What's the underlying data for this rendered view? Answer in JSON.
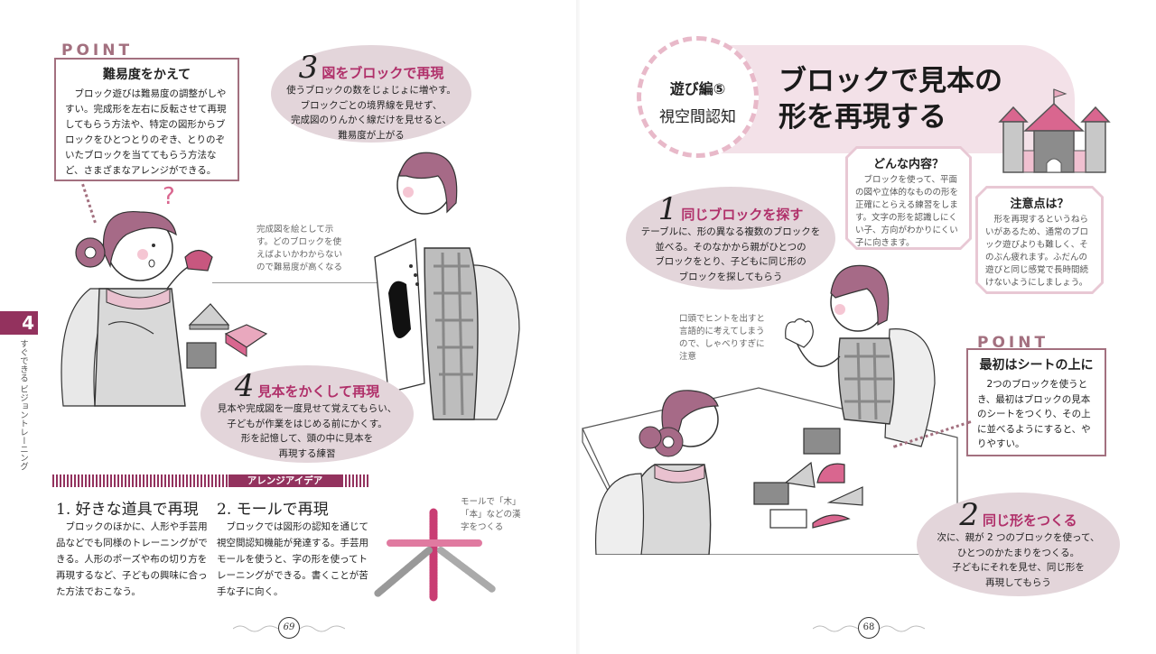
{
  "left_page": {
    "page_number": "69",
    "side_tab": {
      "chapter": "4",
      "label": "すぐできる ビジョントレーニング"
    },
    "point": {
      "label": "POINT",
      "title": "難易度をかえて",
      "body": "ブロック遊びは難易度の調整がしやすい。完成形を左右に反転させて再現してもらう方法や、特定の図形からブロックをひとつとりのぞき、とりのぞいたブロックを当ててもらう方法など、さまざまなアレンジができる。"
    },
    "step3": {
      "number": "3",
      "title": "図をブロックで再現",
      "lines": [
        "使うブロックの数をじょじょに増やす。",
        "ブロックごとの境界線を見せず、",
        "完成図のりんかく線だけを見せると、",
        "難易度が上がる"
      ]
    },
    "note": {
      "lines": [
        "完成図を絵として示",
        "す。どのブロックを使",
        "えばよいかわからない",
        "ので難易度が高くなる"
      ]
    },
    "step4": {
      "number": "4",
      "title": "見本をかくして再現",
      "lines": [
        "見本や完成図を一度見せて覚えてもらい、",
        "子どもが作業をはじめる前にかくす。",
        "形を記憶して、頭の中に見本を",
        "再現する練習"
      ]
    },
    "arrange": {
      "label": "アレンジアイデア",
      "items": [
        {
          "title": "1. 好きな道具で再現",
          "body": "ブロックのほかに、人形や手芸用品などでも同様のトレーニングができる。人形のポーズや布の切り方を再現するなど、子どもの興味に合った方法でおこなう。"
        },
        {
          "title": "2. モールで再現",
          "body": "ブロックでは図形の認知を通じて視空間認知機能が発達する。手芸用モールを使うと、字の形を使ってトレーニングができる。書くことが苦手な子に向く。"
        }
      ],
      "mole_note": {
        "lines": [
          "モールで「木」",
          "「本」などの漢",
          "字をつくる"
        ]
      }
    },
    "question_mark": "?"
  },
  "right_page": {
    "page_number": "68",
    "badge": {
      "line1": "遊び編⑤",
      "line2": "視空間認知"
    },
    "title": {
      "line1": "ブロックで見本の",
      "line2": "形を再現する"
    },
    "what": {
      "title": "どんな内容？",
      "body": "ブロックを使って、平面の図や立体的なものの形を正確にとらえる練習をします。文字の形を認識しにくい子、方向がわかりにくい子に向きます。"
    },
    "caution": {
      "title": "注意点は？",
      "body": "形を再現するというねらいがあるため、通常のブロック遊びよりも難しく、そのぶん疲れます。ふだんの遊びと同じ感覚で長時間続けないようにしましょう。"
    },
    "step1": {
      "number": "1",
      "title": "同じブロックを探す",
      "lines": [
        "テーブルに、形の異なる複数のブロックを",
        "並べる。そのなかから親がひとつの",
        "ブロックをとり、子どもに同じ形の",
        "ブロックを探してもらう"
      ]
    },
    "note": {
      "lines": [
        "口頭でヒントを出すと",
        "言語的に考えてしまう",
        "ので、しゃべりすぎに",
        "注意"
      ]
    },
    "point": {
      "label": "POINT",
      "title": "最初はシートの上に",
      "body": "2つのブロックを使うとき、最初はブロックの見本のシートをつくり、その上に並べるようにすると、やりやすい。"
    },
    "step2": {
      "number": "2",
      "title": "同じ形をつくる",
      "lines": [
        "次に、親が 2 つのブロックを使って、",
        "ひとつのかたまりをつくる。",
        "子どもにそれを見せ、同じ形を",
        "再現してもらう"
      ]
    }
  },
  "colors": {
    "accent": "#93325e",
    "heading_pink": "#b0306a",
    "point_label": "#a3707f",
    "oval_fill": "#e3d5da",
    "title_band": "#f3e1e8",
    "block_pink": "#d9668f",
    "block_gray": "#8a8a8a"
  }
}
